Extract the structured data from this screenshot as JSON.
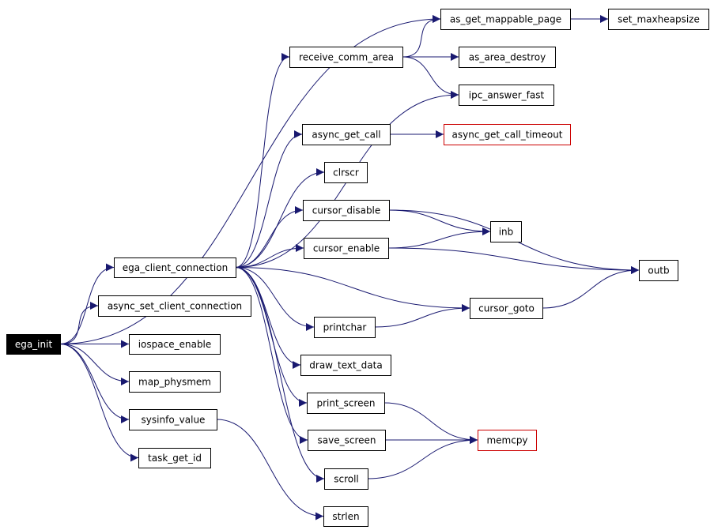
{
  "colors": {
    "edge": "#191970",
    "node_border": "#000000",
    "node_border_external": "#cc0000",
    "root_fill": "#000000",
    "root_text": "#ffffff",
    "node_fill": "#ffffff",
    "node_text": "#000000"
  },
  "nodes": [
    {
      "id": "ega_init",
      "label": "ega_init",
      "root": true
    },
    {
      "id": "ega_client_connection",
      "label": "ega_client_connection"
    },
    {
      "id": "async_set_client_connection",
      "label": "async_set_client_connection"
    },
    {
      "id": "iospace_enable",
      "label": "iospace_enable"
    },
    {
      "id": "map_physmem",
      "label": "map_physmem"
    },
    {
      "id": "sysinfo_value",
      "label": "sysinfo_value"
    },
    {
      "id": "task_get_id",
      "label": "task_get_id"
    },
    {
      "id": "as_get_mappable_page",
      "label": "as_get_mappable_page"
    },
    {
      "id": "set_maxheapsize",
      "label": "set_maxheapsize"
    },
    {
      "id": "receive_comm_area",
      "label": "receive_comm_area"
    },
    {
      "id": "as_area_destroy",
      "label": "as_area_destroy"
    },
    {
      "id": "ipc_answer_fast",
      "label": "ipc_answer_fast"
    },
    {
      "id": "async_get_call",
      "label": "async_get_call"
    },
    {
      "id": "async_get_call_timeout",
      "label": "async_get_call_timeout",
      "external": true
    },
    {
      "id": "clrscr",
      "label": "clrscr"
    },
    {
      "id": "cursor_disable",
      "label": "cursor_disable"
    },
    {
      "id": "inb",
      "label": "inb"
    },
    {
      "id": "cursor_enable",
      "label": "cursor_enable"
    },
    {
      "id": "outb",
      "label": "outb"
    },
    {
      "id": "cursor_goto",
      "label": "cursor_goto"
    },
    {
      "id": "printchar",
      "label": "printchar"
    },
    {
      "id": "draw_text_data",
      "label": "draw_text_data"
    },
    {
      "id": "print_screen",
      "label": "print_screen"
    },
    {
      "id": "memcpy",
      "label": "memcpy",
      "external": true
    },
    {
      "id": "save_screen",
      "label": "save_screen"
    },
    {
      "id": "scroll",
      "label": "scroll"
    },
    {
      "id": "strlen",
      "label": "strlen"
    }
  ],
  "edges": [
    [
      "ega_init",
      "as_get_mappable_page"
    ],
    [
      "ega_init",
      "ega_client_connection"
    ],
    [
      "ega_init",
      "async_set_client_connection"
    ],
    [
      "ega_init",
      "iospace_enable"
    ],
    [
      "ega_init",
      "map_physmem"
    ],
    [
      "ega_init",
      "sysinfo_value"
    ],
    [
      "ega_init",
      "task_get_id"
    ],
    [
      "as_get_mappable_page",
      "set_maxheapsize"
    ],
    [
      "receive_comm_area",
      "as_get_mappable_page"
    ],
    [
      "receive_comm_area",
      "as_area_destroy"
    ],
    [
      "receive_comm_area",
      "ipc_answer_fast"
    ],
    [
      "ega_client_connection",
      "receive_comm_area"
    ],
    [
      "ega_client_connection",
      "ipc_answer_fast"
    ],
    [
      "ega_client_connection",
      "async_get_call"
    ],
    [
      "async_get_call",
      "async_get_call_timeout"
    ],
    [
      "ega_client_connection",
      "clrscr"
    ],
    [
      "ega_client_connection",
      "cursor_disable"
    ],
    [
      "ega_client_connection",
      "cursor_enable"
    ],
    [
      "ega_client_connection",
      "cursor_goto"
    ],
    [
      "ega_client_connection",
      "printchar"
    ],
    [
      "ega_client_connection",
      "draw_text_data"
    ],
    [
      "ega_client_connection",
      "print_screen"
    ],
    [
      "ega_client_connection",
      "save_screen"
    ],
    [
      "ega_client_connection",
      "scroll"
    ],
    [
      "cursor_disable",
      "inb"
    ],
    [
      "cursor_disable",
      "outb"
    ],
    [
      "cursor_enable",
      "inb"
    ],
    [
      "cursor_enable",
      "outb"
    ],
    [
      "cursor_goto",
      "outb"
    ],
    [
      "printchar",
      "cursor_goto"
    ],
    [
      "print_screen",
      "memcpy"
    ],
    [
      "save_screen",
      "memcpy"
    ],
    [
      "scroll",
      "memcpy"
    ],
    [
      "sysinfo_value",
      "strlen"
    ]
  ]
}
